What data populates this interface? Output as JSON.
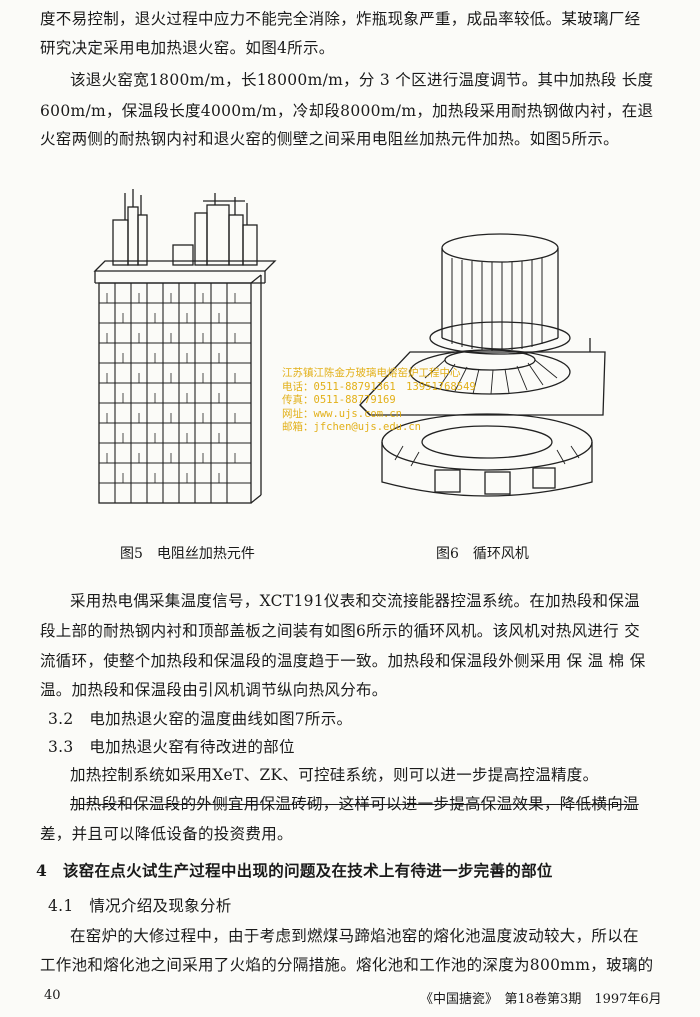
{
  "body": {
    "lines": [
      "度不易控制，退火过程中应力不能完全消除，炸瓶现象严重，成品率较低。某玻璃厂经",
      "研究决定采用电加热退火窑。如图4所示。",
      "该退火窑宽1800m/m，长18000m/m，分 3 个区进行温度调节。其中加热段 长度",
      "600m/m，保温段长度4000m/m，冷却段8000m/m，加热段采用耐热钢做内衬，在退",
      "火窑两侧的耐热钢内衬和退火窑的侧壁之间采用电阻丝加热元件加热。如图5所示。"
    ],
    "lines2": [
      "采用热电偶采集温度信号，XCT191仪表和交流接能器控温系统。在加热段和保温",
      "段上部的耐热钢内衬和顶部盖板之间装有如图6所示的循环风机。该风机对热风进行 交",
      "流循环，使整个加热段和保温段的温度趋于一致。加热段和保温段外侧采用 保 温 棉 保",
      "温。加热段和保温段由引风机调节纵向热风分布。"
    ],
    "s32": "3.2　电加热退火窑的温度曲线如图7所示。",
    "s33": "3.3　电加热退火窑有待改进的部位",
    "p33a": "加热控制系统如采用XeT、ZK、可控硅系统，则可以进一步提高控温精度。",
    "p33b": "加热段和保温段的外侧宜用保温砖砌，这样可以进一步提高保温效果，降低横向温",
    "p33c": "差，并且可以降低设备的投资费用。",
    "s4": "4　该窑在点火试生产过程中出现的问题及在技术上有待进一步完善的部位",
    "s41": "4.1　情况介绍及现象分析",
    "p41a": "在窑炉的大修过程中，由于考虑到燃煤马蹄焰池窑的熔化池温度波动较大，所以在",
    "p41b": "工作池和熔化池之间采用了火焰的分隔措施。熔化池和工作池的深度为800mm，玻璃的"
  },
  "figures": {
    "fig5_caption": "图5　电阻丝加热元件",
    "fig6_caption": "图6　循环风机"
  },
  "watermark": {
    "lines": [
      "江苏镇江陈金方玻璃电熔窑炉工程中心",
      "电话：0511-88791361　13951768549",
      "传真：0511-88779169",
      "网址：www.ujs.com.cn",
      "邮箱：jfchen@ujs.edu.cn"
    ],
    "color": "#e0a800"
  },
  "footer": {
    "page": "40",
    "journal": "《中国搪瓷》　第18卷第3期　1997年6月"
  }
}
